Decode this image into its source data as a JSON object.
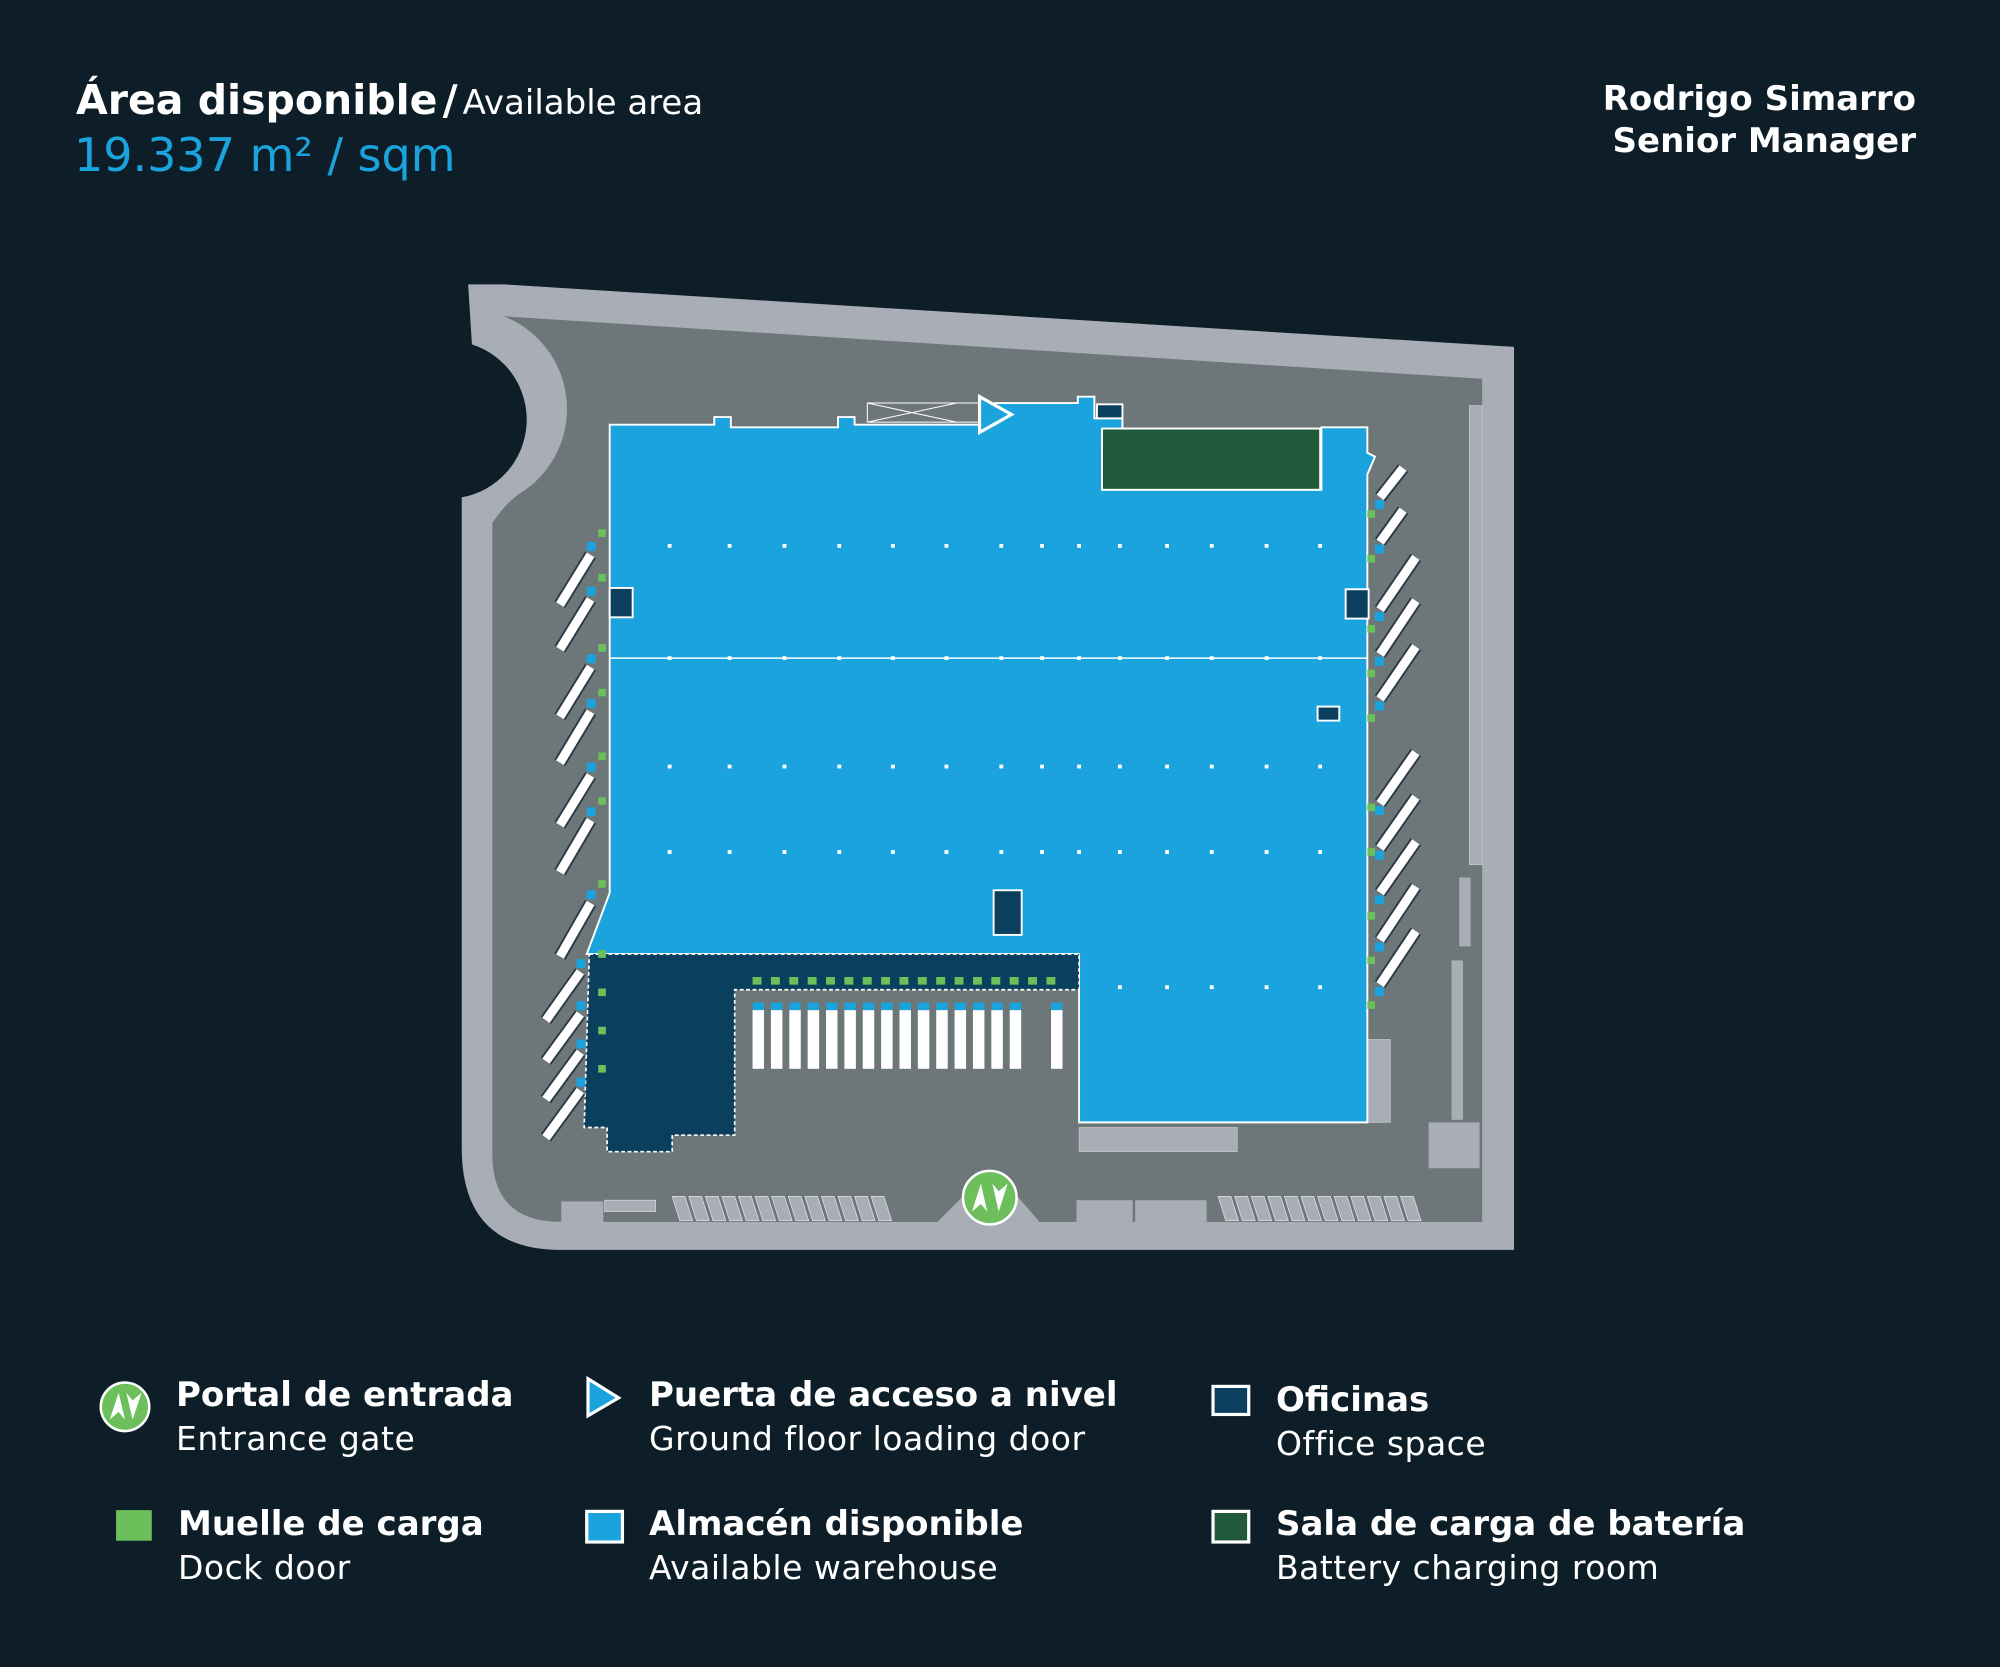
{
  "header": {
    "title_es": "Área disponible",
    "separator": "/",
    "title_en": "Available area",
    "area_value": "19.337 m² / sqm"
  },
  "contact": {
    "name": "Rodrigo Simarro",
    "role": "Senior Manager"
  },
  "legend": [
    {
      "icon": "entrance-gate-icon",
      "es": "Portal de entrada",
      "en": "Entrance gate"
    },
    {
      "icon": "ground-floor-door-icon",
      "es": "Puerta de acceso a nivel",
      "en": "Ground floor loading door"
    },
    {
      "icon": "office-icon",
      "es": "Oficinas",
      "en": "Office space"
    },
    {
      "icon": "dock-door-icon",
      "es": "Muelle de carga",
      "en": "Dock door"
    },
    {
      "icon": "warehouse-icon",
      "es": "Almacén disponible",
      "en": "Available warehouse"
    },
    {
      "icon": "battery-room-icon",
      "es": "Sala de carga de batería",
      "en": "Battery charging room"
    }
  ],
  "colors": {
    "background": "#0e1e28",
    "accent": "#1aa3dc",
    "warehouse": "#1aa3dc",
    "office": "#0b3f5e",
    "battery_room": "#215a3a",
    "dock_door": "#6cbf5a",
    "site_border": "#a9adb5",
    "yard": "#6d7678"
  }
}
